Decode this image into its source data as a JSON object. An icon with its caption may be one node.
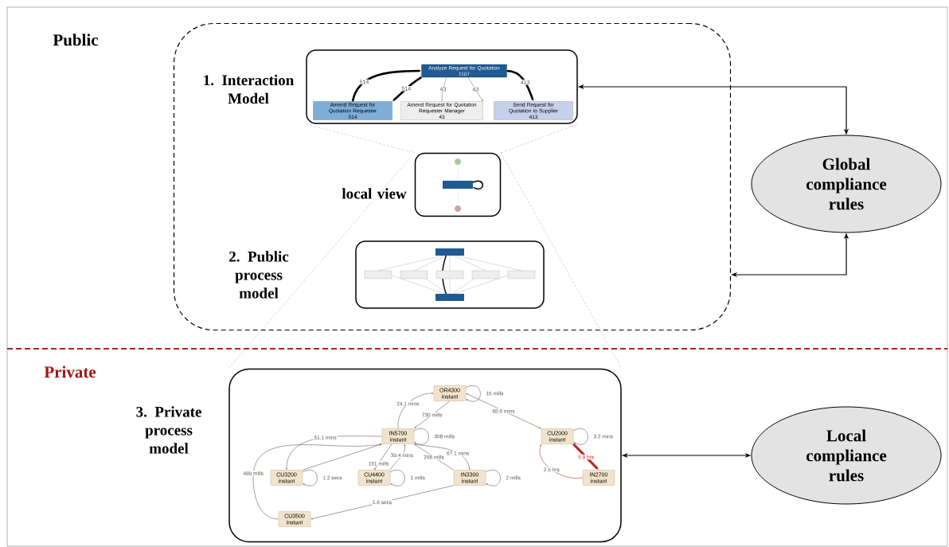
{
  "diagram": {
    "nodes": [
      {
        "text": [],
        "shape": "box"
      },
      {
        "text": [
          "1. Interaction Model"
        ],
        "in": 0
      },
      {
        "text": [
          "Analyze Request for Quotation",
          "1107"
        ],
        "in": 1
      },
      {
        "text": [
          "Amend Request for Quotation Requester",
          "514"
        ],
        "in": 1
      },
      {
        "text": [
          "Amend Request for Quotation Requester Manager",
          "43"
        ],
        "in": 1
      },
      {
        "text": [
          "Send Request for Quotation to Supplier",
          "413"
        ],
        "in": 1
      },
      {
        "text": [
          "local view"
        ],
        "in": 0
      },
      {
        "text": [
          "2. Public process model"
        ],
        "in": 0
      },
      {
        "text": [
          "Global compliance rules"
        ]
      },
      {
        "text": [
          "3. Private process model"
        ]
      },
      {
        "text": [
          "OR4300",
          "instant"
        ],
        "in": 9
      },
      {
        "text": [
          "IN5700",
          "instant"
        ],
        "in": 9
      },
      {
        "text": [
          "CU2000",
          "instant"
        ],
        "in": 9
      },
      {
        "text": [
          "CU3200",
          "instant"
        ],
        "in": 9
      },
      {
        "text": [
          "CU4400",
          "instant"
        ],
        "in": 9
      },
      {
        "text": [
          "IN3300",
          "instant"
        ],
        "in": 9
      },
      {
        "text": [
          "IN2700",
          "instant"
        ],
        "in": 9
      },
      {
        "text": [
          "CU3500",
          "instant"
        ],
        "in": 9
      },
      {
        "text": [
          "Local compliance rules"
        ]
      }
    ],
    "edges": [
      {
        "from": 3,
        "to": 2,
        "arrow": "to",
        "label": "514",
        "style": "thick",
        "color": "#000000"
      },
      {
        "from": 2,
        "to": 3,
        "arrow": "to",
        "label": "514",
        "style": "thick",
        "color": "#000000"
      },
      {
        "from": 2,
        "to": 4,
        "arrow": "to",
        "label": "43"
      },
      {
        "from": 4,
        "to": 2,
        "arrow": "none",
        "label": "43"
      },
      {
        "from": 2,
        "to": 5,
        "arrow": "to",
        "label": "413",
        "style": "thick",
        "color": "#000000"
      },
      {
        "from": 1,
        "to": 8,
        "arrow": "both",
        "color": "#000000"
      },
      {
        "from": 0,
        "to": 8,
        "arrow": "both",
        "color": "#000000"
      },
      {
        "from": 1,
        "to": 6,
        "arrow": "none",
        "style": "dashed",
        "color": "#999999"
      },
      {
        "from": 1,
        "to": 6,
        "arrow": "none",
        "style": "dashed",
        "color": "#999999"
      },
      {
        "from": 6,
        "to": 9,
        "arrow": "none",
        "style": "dashed",
        "color": "#999999"
      },
      {
        "from": 6,
        "to": 9,
        "arrow": "none",
        "style": "dashed",
        "color": "#999999"
      },
      {
        "from": 9,
        "to": 18,
        "arrow": "both",
        "color": "#000000"
      },
      {
        "from": 11,
        "to": 10,
        "arrow": "to",
        "label": "24.1 mins"
      },
      {
        "from": 10,
        "to": 11,
        "arrow": "to",
        "label": "730 mills"
      },
      {
        "from": 10,
        "to": 10,
        "arrow": "to",
        "label": "16 mills"
      },
      {
        "from": 10,
        "to": 12,
        "arrow": "both",
        "label": "68.6 mins"
      },
      {
        "from": 11,
        "to": 11,
        "arrow": "to",
        "label": "308 mills"
      },
      {
        "from": 11,
        "to": 13,
        "arrow": "to",
        "label": "51.1 mins"
      },
      {
        "from": 13,
        "to": 11,
        "arrow": "to"
      },
      {
        "from": 17,
        "to": 11,
        "arrow": "to",
        "label": "480 mills"
      },
      {
        "from": 13,
        "to": 13,
        "arrow": "to",
        "label": "1.2 secs"
      },
      {
        "from": 11,
        "to": 14,
        "arrow": "to",
        "label": "181 mills"
      },
      {
        "from": 14,
        "to": 11,
        "arrow": "to",
        "label": "39.4 mins"
      },
      {
        "from": 14,
        "to": 14,
        "arrow": "to",
        "label": "1 mills"
      },
      {
        "from": 15,
        "to": 11,
        "arrow": "to",
        "label": "208 mills"
      },
      {
        "from": 11,
        "to": 15,
        "arrow": "to",
        "label": "67.1 mins"
      },
      {
        "from": 15,
        "to": 15,
        "arrow": "to",
        "label": "2 mills"
      },
      {
        "from": 15,
        "to": 17,
        "arrow": "to",
        "label": "1.6 secs"
      },
      {
        "from": 12,
        "to": 12,
        "arrow": "to",
        "label": "3.2 mins"
      },
      {
        "from": 12,
        "to": 16,
        "arrow": "to",
        "label": "5.9 hrs",
        "style": "thick",
        "color": "#c0281e"
      },
      {
        "from": 16,
        "to": 12,
        "arrow": "to",
        "label": "2.5 hrs",
        "color": "#b03a3a"
      }
    ],
    "labels": [
      "Public",
      "Private"
    ]
  }
}
